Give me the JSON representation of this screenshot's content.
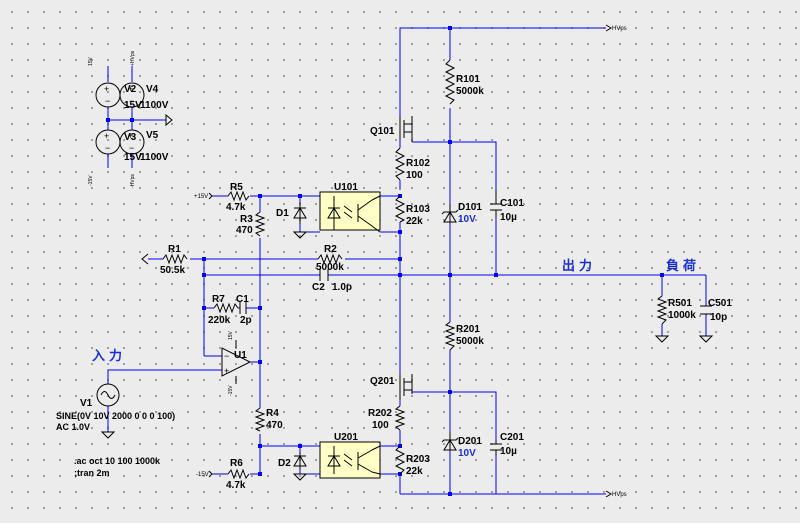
{
  "labels": {
    "input": "入力",
    "output": "出力",
    "load": "負荷"
  },
  "nets": {
    "hvps_top": "HVps",
    "hvps_bottom": "HVps",
    "plus15v": "+15V",
    "minus15v": "-15V",
    "v2_top": "15V",
    "v3_bottom": "-15V",
    "v4_top": "+HVps",
    "v5_bottom": "-HVps",
    "u1_top": "15V",
    "u1_bottom": "-15V"
  },
  "components": {
    "V2": {
      "name": "V2",
      "value": "15V"
    },
    "V3": {
      "name": "V3",
      "value": "15V"
    },
    "V4": {
      "name": "V4",
      "value": "1100V"
    },
    "V5": {
      "name": "V5",
      "value": "1100V"
    },
    "V1": {
      "name": "V1",
      "value": "SINE(0V 10V 2000 0 0 0 100)",
      "ac": "AC 1.0V"
    },
    "R1": {
      "name": "R1",
      "value": "50.5k"
    },
    "R2": {
      "name": "R2",
      "value": "5000k"
    },
    "C2": {
      "name": "C2",
      "value": "1.0p"
    },
    "R3": {
      "name": "R3",
      "value": "470"
    },
    "R4": {
      "name": "R4",
      "value": "470"
    },
    "R5": {
      "name": "R5",
      "value": "4.7k"
    },
    "R6": {
      "name": "R6",
      "value": "4.7k"
    },
    "R7": {
      "name": "R7",
      "value": "220k"
    },
    "C1": {
      "name": "C1",
      "value": "2p"
    },
    "D1": {
      "name": "D1"
    },
    "D2": {
      "name": "D2"
    },
    "U1": {
      "name": "U1"
    },
    "U101": {
      "name": "U101"
    },
    "U201": {
      "name": "U201"
    },
    "Q101": {
      "name": "Q101"
    },
    "Q201": {
      "name": "Q201"
    },
    "R101": {
      "name": "R101",
      "value": "5000k"
    },
    "R102": {
      "name": "R102",
      "value": "100"
    },
    "R103": {
      "name": "R103",
      "value": "22k"
    },
    "D101": {
      "name": "D101",
      "value": "10V"
    },
    "C101": {
      "name": "C101",
      "value": "10µ"
    },
    "R201": {
      "name": "R201",
      "value": "5000k"
    },
    "R202": {
      "name": "R202",
      "value": "100"
    },
    "R203": {
      "name": "R203",
      "value": "22k"
    },
    "D201": {
      "name": "D201",
      "value": "10V"
    },
    "C201": {
      "name": "C201",
      "value": "10µ"
    },
    "R501": {
      "name": "R501",
      "value": "1000k"
    },
    "C501": {
      "name": "C501",
      "value": "10p"
    }
  },
  "directives": {
    "ac": ".ac oct 10 100 1000k",
    "tran": ";tran 2m"
  }
}
